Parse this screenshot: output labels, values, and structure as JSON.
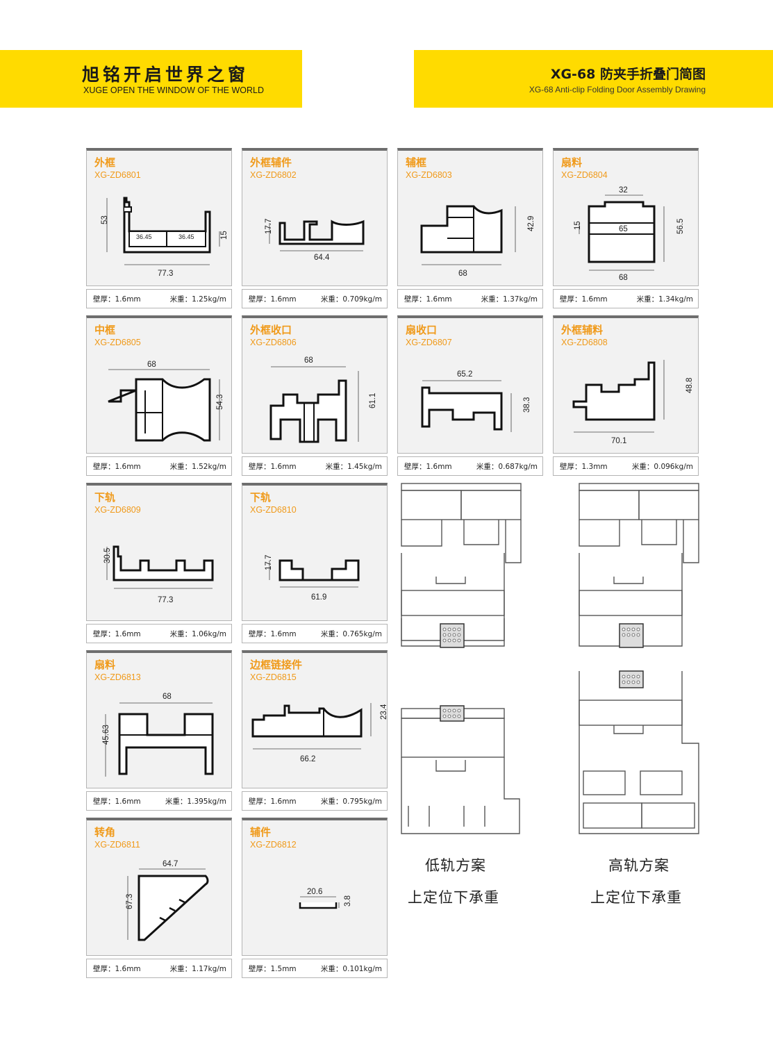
{
  "header": {
    "left_cn": "旭铭开启世界之窗",
    "left_en": "XUGE OPEN THE WINDOW OF THE WORLD",
    "right_cn": "XG-68 防夹手折叠门简图",
    "right_en": "XG-68 Anti-clip Folding Door Assembly Drawing",
    "accent_color": "#ffdb00",
    "label_color": "#f09a1a"
  },
  "cards": [
    {
      "title": "外框",
      "code": "XG-ZD6801",
      "thickness": "壁厚：1.6mm",
      "weight": "米重：1.25kg/m",
      "dims": [
        "53",
        "77.3",
        "15",
        "36.45",
        "36.45"
      ]
    },
    {
      "title": "外框辅件",
      "code": "XG-ZD6802",
      "thickness": "壁厚：1.6mm",
      "weight": "米重：0.709kg/m",
      "dims": [
        "17.7",
        "64.4"
      ]
    },
    {
      "title": "辅框",
      "code": "XG-ZD6803",
      "thickness": "壁厚：1.6mm",
      "weight": "米重：1.37kg/m",
      "dims": [
        "42.9",
        "68"
      ]
    },
    {
      "title": "扇料",
      "code": "XG-ZD6804",
      "thickness": "壁厚：1.6mm",
      "weight": "米重：1.34kg/m",
      "dims": [
        "32",
        "65",
        "15",
        "56.5",
        "68"
      ]
    },
    {
      "title": "中框",
      "code": "XG-ZD6805",
      "thickness": "壁厚：1.6mm",
      "weight": "米重：1.52kg/m",
      "dims": [
        "68",
        "54.3"
      ]
    },
    {
      "title": "外框收口",
      "code": "XG-ZD6806",
      "thickness": "壁厚：1.6mm",
      "weight": "米重：1.45kg/m",
      "dims": [
        "68",
        "61.1"
      ]
    },
    {
      "title": "扇收口",
      "code": "XG-ZD6807",
      "thickness": "壁厚：1.6mm",
      "weight": "米重：0.687kg/m",
      "dims": [
        "65.2",
        "38.3"
      ]
    },
    {
      "title": "外框辅料",
      "code": "XG-ZD6808",
      "thickness": "壁厚：1.3mm",
      "weight": "米重：0.096kg/m",
      "dims": [
        "48.8",
        "70.1"
      ]
    },
    {
      "title": "下轨",
      "code": "XG-ZD6809",
      "thickness": "壁厚：1.6mm",
      "weight": "米重：1.06kg/m",
      "dims": [
        "30.5",
        "77.3"
      ]
    },
    {
      "title": "下轨",
      "code": "XG-ZD6810",
      "thickness": "壁厚：1.6mm",
      "weight": "米重：0.765kg/m",
      "dims": [
        "17.7",
        "61.9"
      ]
    },
    {
      "title": "扇料",
      "code": "XG-ZD6813",
      "thickness": "壁厚：1.6mm",
      "weight": "米重：1.395kg/m",
      "dims": [
        "68",
        "45.63"
      ]
    },
    {
      "title": "边框链接件",
      "code": "XG-ZD6815",
      "thickness": "壁厚：1.6mm",
      "weight": "米重：0.795kg/m",
      "dims": [
        "23.4",
        "66.2"
      ]
    },
    {
      "title": "转角",
      "code": "XG-ZD6811",
      "thickness": "壁厚：1.6mm",
      "weight": "米重：1.17kg/m",
      "dims": [
        "64.7",
        "67.3"
      ]
    },
    {
      "title": "辅件",
      "code": "XG-ZD6812",
      "thickness": "壁厚：1.5mm",
      "weight": "米重：0.101kg/m",
      "dims": [
        "20.6",
        "3.8"
      ]
    }
  ],
  "schemes": [
    {
      "name": "低轨方案",
      "desc": "上定位下承重"
    },
    {
      "name": "高轨方案",
      "desc": "上定位下承重"
    }
  ]
}
